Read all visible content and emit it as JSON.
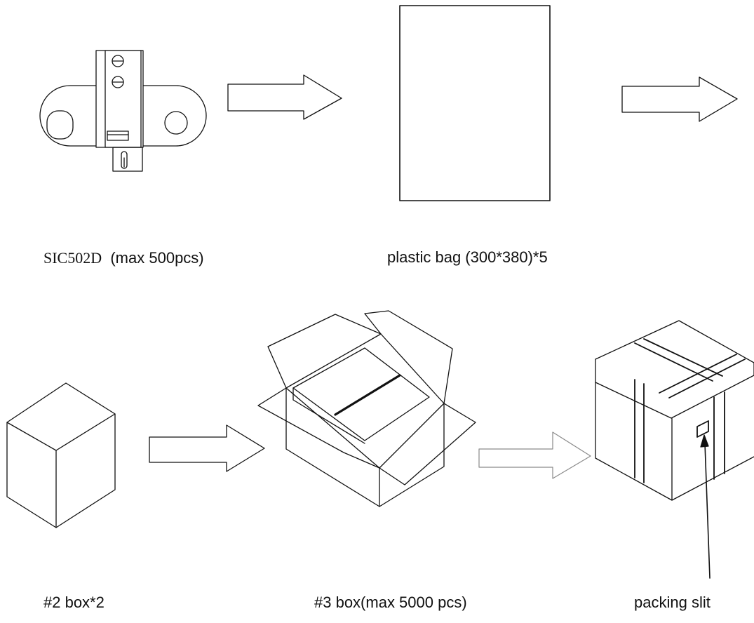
{
  "labels": {
    "product_model": "SIC502D",
    "product_qty": "(max 500pcs)",
    "plastic_bag": "plastic bag (300*380)*5",
    "inner_box": "#2 box*2",
    "outer_box": "#3 box(max 5000 pcs)",
    "packing_slit": "packing slit"
  },
  "colors": {
    "line": "#111111",
    "faded_arrow": "#8a8a8a",
    "background": "#ffffff"
  }
}
